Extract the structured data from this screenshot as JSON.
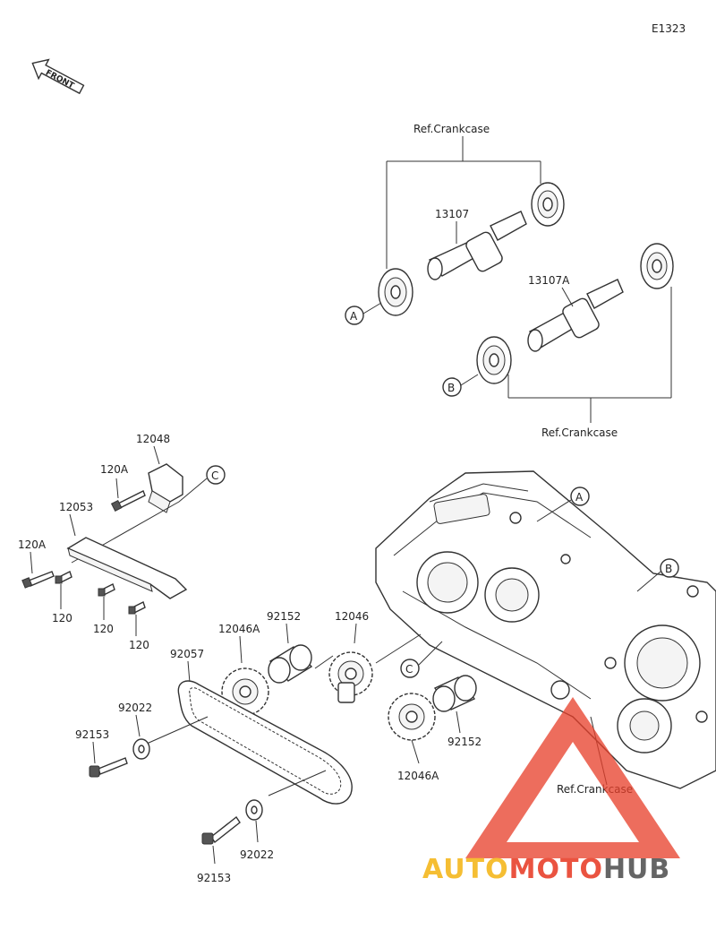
{
  "diagram_code": "E1323",
  "front_label": "FRONT",
  "ref_label": "Ref.Crankcase",
  "callouts": {
    "a": "A",
    "b": "B",
    "c": "C"
  },
  "parts": {
    "p13107": "13107",
    "p13107A": "13107A",
    "p12048": "12048",
    "p120A": "120A",
    "p12053": "12053",
    "p120": "120",
    "p92152": "92152",
    "p12046": "12046",
    "p12046A": "12046A",
    "p92057": "92057",
    "p92022": "92022",
    "p92153": "92153"
  },
  "watermark": {
    "part1": "AUTO",
    "part2": "MOTO",
    "part3": "HUB",
    "color1": "#f4b71e",
    "color2": "#e8412c",
    "color3": "#555555"
  }
}
